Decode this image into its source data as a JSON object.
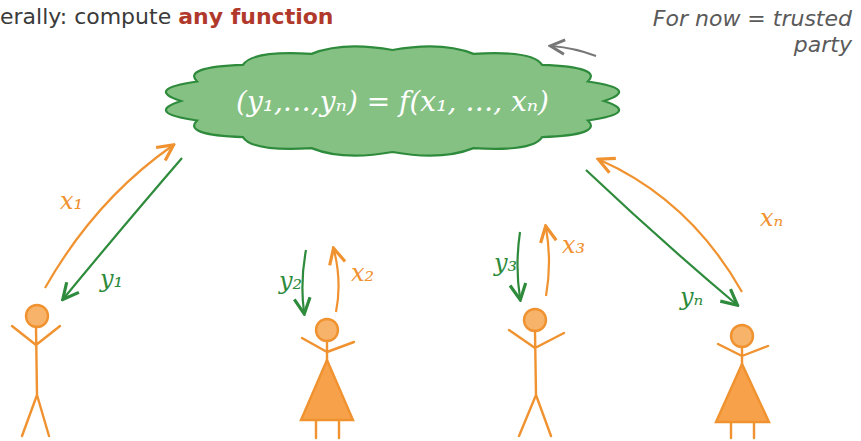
{
  "diagram": {
    "title": "erally: compute any function",
    "nodes": [
      {
        "text": [
          "(y₁,…,yₙ) = f(x₁, …, xₙ)"
        ]
      }
    ],
    "labels": [
      "For now = trusted party",
      "x₁",
      "y₁",
      "y₂",
      "x₂",
      "y₃",
      "x₃",
      "xₙ",
      "yₙ"
    ]
  }
}
